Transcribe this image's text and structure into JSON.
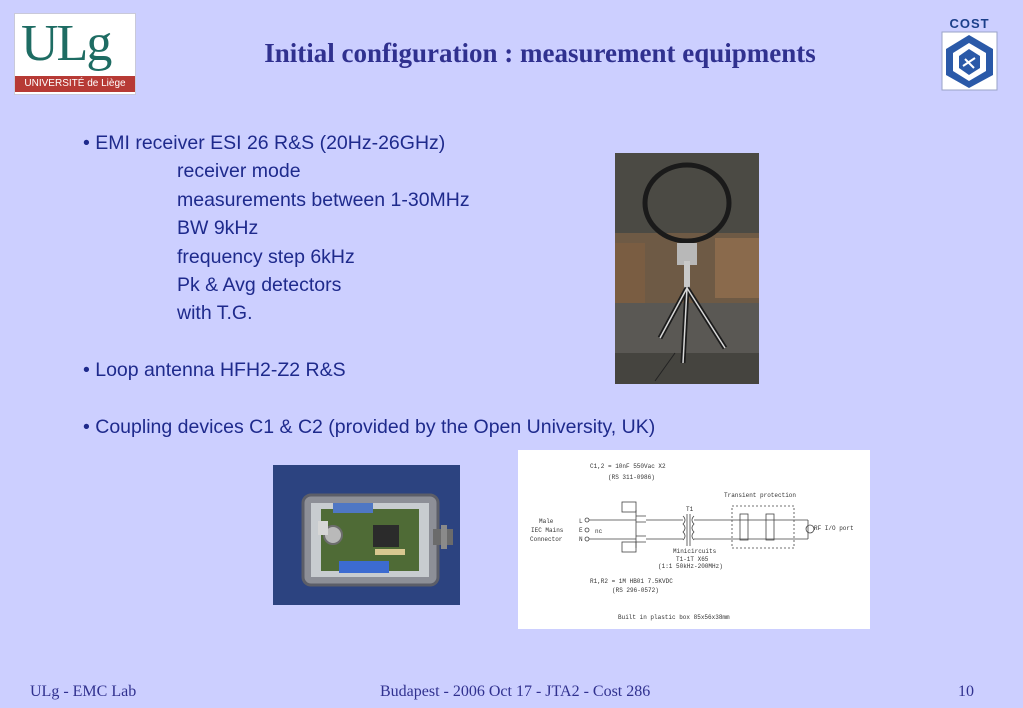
{
  "header": {
    "title": "Initial configuration : measurement equipments",
    "ulg_logo": {
      "mark": "ULg",
      "subtitle": "UNIVERSITÉ de Liège"
    },
    "cost_logo": {
      "text": "COST"
    }
  },
  "bullets": {
    "emi": {
      "text": "• EMI receiver ESI 26 R&S (20Hz-26GHz)",
      "details": [
        "receiver mode",
        "measurements between 1-30MHz",
        "BW 9kHz",
        "frequency step 6kHz",
        "Pk & Avg detectors",
        "with T.G."
      ]
    },
    "antenna": {
      "text": "• Loop antenna HFH2-Z2 R&S"
    },
    "coupling": {
      "text": "• Coupling devices C1 & C2 (provided by the Open University, UK)"
    }
  },
  "schematic": {
    "caps": "C1,2 = 10nF 550Vac X2",
    "caps_ref": "(RS 311-0986)",
    "t1": "T1",
    "transient": "Transient protection",
    "mains_1": "Male",
    "mains_2": "IEC Mains",
    "mains_3": "Connector",
    "pin_l": "L",
    "pin_e": "E",
    "pin_n": "N",
    "nc": "nc",
    "rf_port": "RF I/O port",
    "mini_1": "Minicircuits",
    "mini_2": "T1-1T X65",
    "mini_3": "(1:1 50kHz-200MHz)",
    "resistors": "R1,R2 = 1M HB01 7.5KVDC",
    "res_ref": "(RS 296-0572)",
    "box": "Built in plastic box 85x56x38mm"
  },
  "footer": {
    "left": "ULg - EMC Lab",
    "center": "Budapest - 2006 Oct 17 - JTA2 - Cost 286",
    "page": "10"
  },
  "colors": {
    "background": "#cccfff",
    "title": "#30318f",
    "body_text": "#1e2a8c"
  }
}
